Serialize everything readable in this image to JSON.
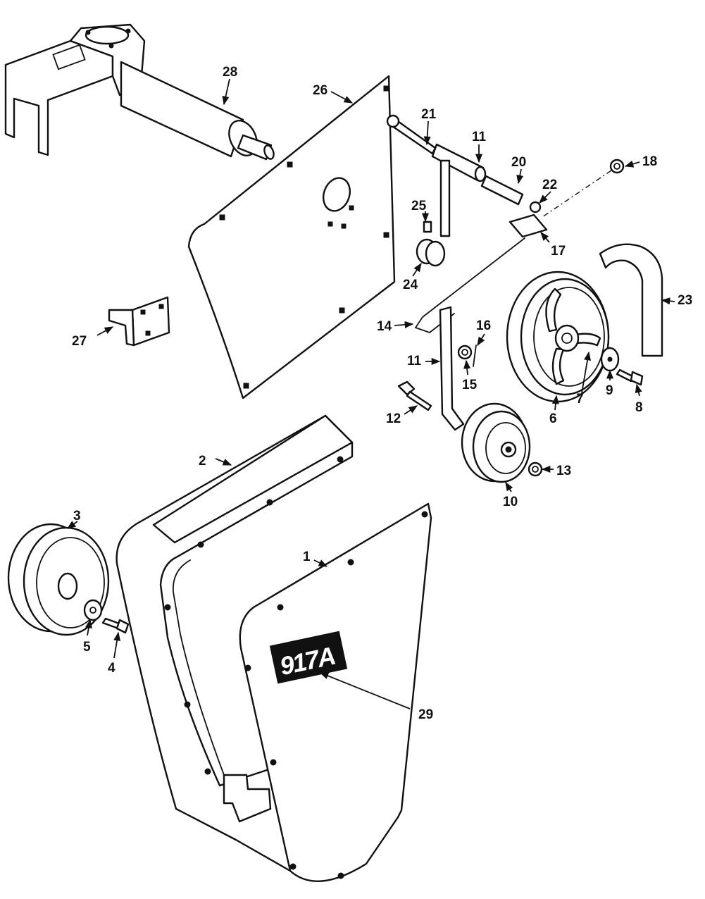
{
  "callouts": {
    "c1": "1",
    "c2": "2",
    "c3": "3",
    "c4": "4",
    "c5": "5",
    "c6": "6",
    "c7": "7",
    "c8": "8",
    "c9": "9",
    "c10": "10",
    "c11a": "11",
    "c11b": "11",
    "c12": "12",
    "c13": "13",
    "c14": "14",
    "c15": "15",
    "c16": "16",
    "c17": "17",
    "c18": "18",
    "c20": "20",
    "c21": "21",
    "c22": "22",
    "c23": "23",
    "c24": "24",
    "c25": "25",
    "c26": "26",
    "c27": "27",
    "c28": "28",
    "c29": "29"
  },
  "badge": {
    "text": "917A"
  }
}
